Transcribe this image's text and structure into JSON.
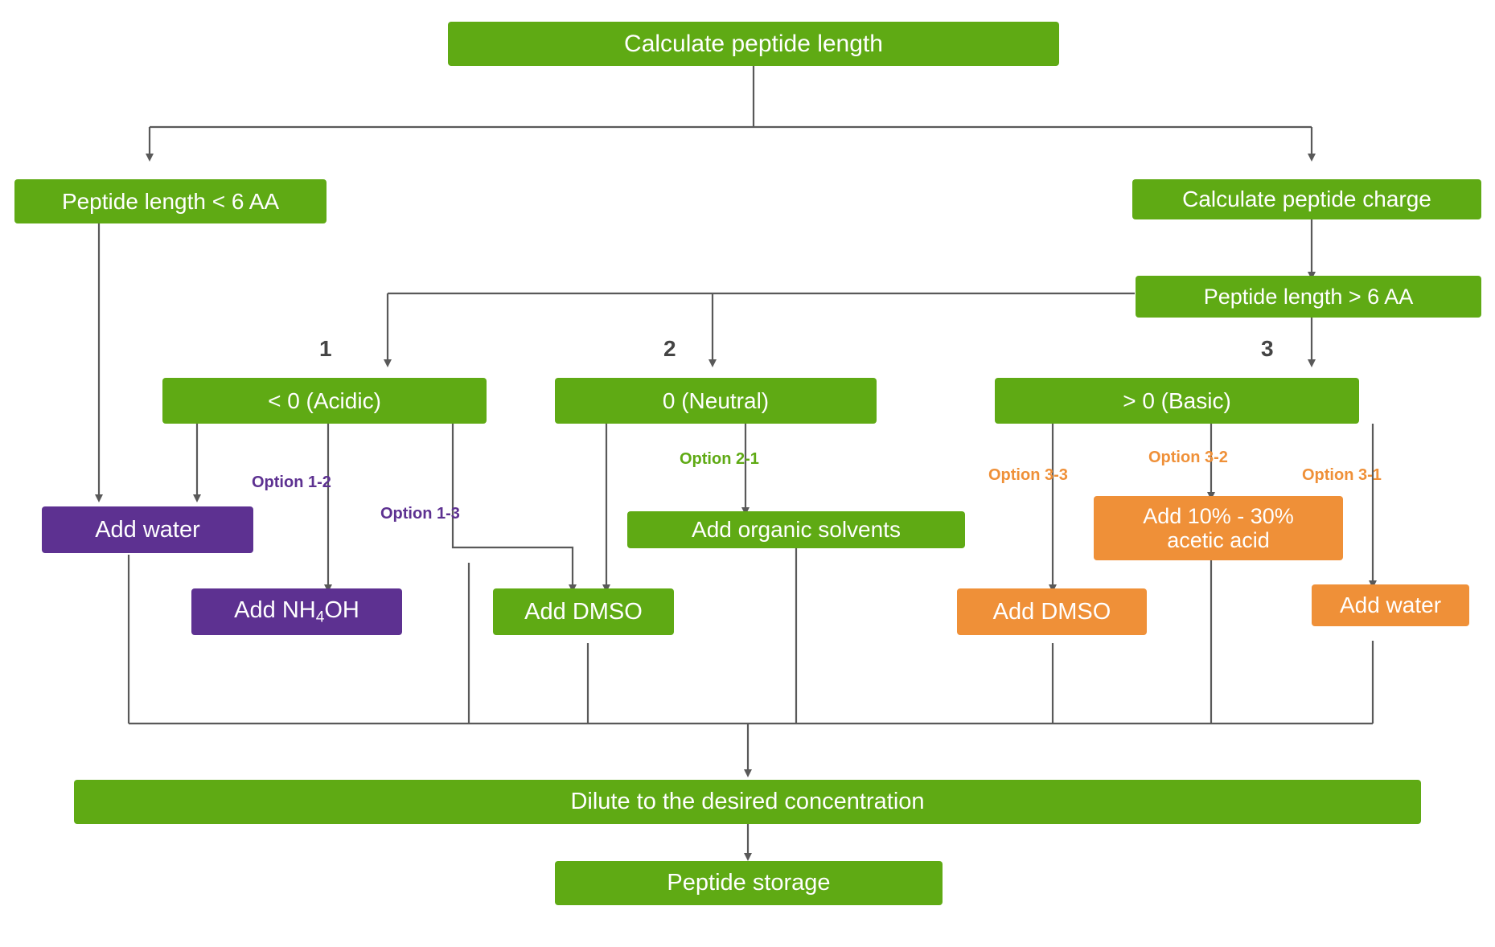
{
  "diagram": {
    "title_node": "Calculate peptide length",
    "colors": {
      "green": "#5faa14",
      "purple": "#5d3191",
      "orange": "#ef9038",
      "connector": "#595959",
      "background": "#ffffff"
    },
    "nodes": {
      "calc_length": "Calculate peptide length",
      "len_lt6": "Peptide length < 6 AA",
      "calc_charge": "Calculate peptide charge",
      "len_gt6": "Peptide length > 6 AA",
      "acidic": "< 0 (Acidic)",
      "neutral": "0 (Neutral)",
      "basic": "> 0 (Basic)",
      "add_water_left": "Add water",
      "add_nh4oh_a": "Add NH",
      "add_nh4oh_sub": "4",
      "add_nh4oh_b": "OH",
      "add_dmso_left": "Add DMSO",
      "add_organic": "Add organic solvents",
      "add_dmso_right": "Add DMSO",
      "add_acetic": "Add 10% - 30%\nacetic acid",
      "add_acetic_line1": "Add 10% - 30%",
      "add_acetic_line2": "acetic acid",
      "add_water_right": "Add water",
      "dilute": "Dilute to the desired concentration",
      "storage": "Peptide storage"
    },
    "branch_numbers": {
      "one": "1",
      "two": "2",
      "three": "3"
    },
    "option_labels": {
      "opt_1_2": "Option 1-2",
      "opt_1_3": "Option 1-3",
      "opt_2_1": "Option 2-1",
      "opt_3_1": "Option 3-1",
      "opt_3_2": "Option 3-2",
      "opt_3_3": "Option 3-3"
    }
  }
}
